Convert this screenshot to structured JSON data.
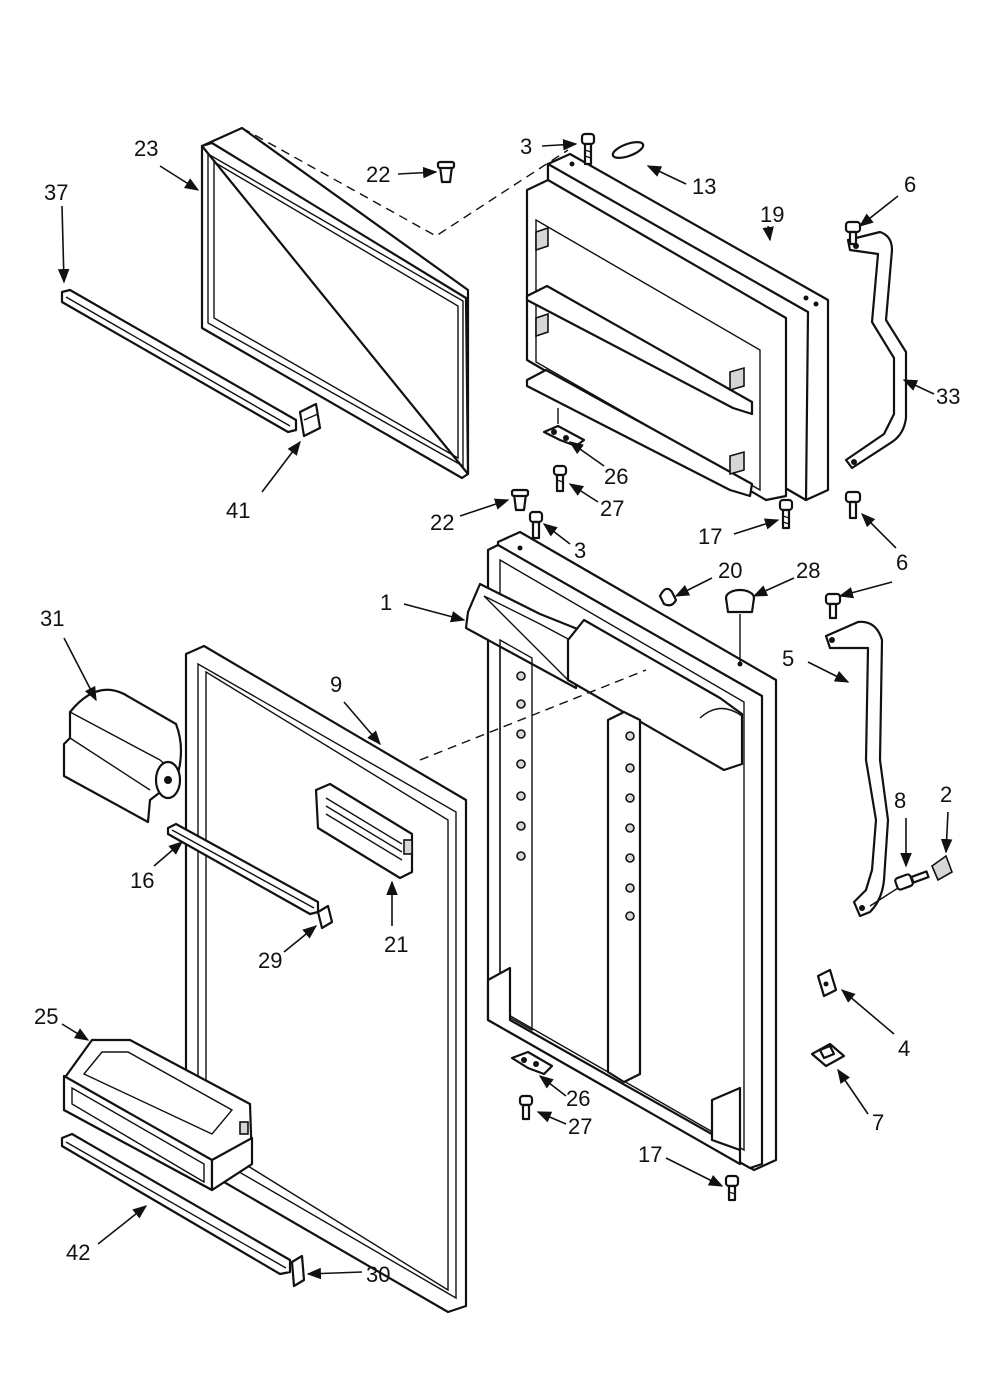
{
  "callouts": [
    {
      "id": "37",
      "text": "37"
    },
    {
      "id": "23",
      "text": "23"
    },
    {
      "id": "22a",
      "text": "22"
    },
    {
      "id": "3a",
      "text": "3"
    },
    {
      "id": "13",
      "text": "13"
    },
    {
      "id": "19",
      "text": "19"
    },
    {
      "id": "6a",
      "text": "6"
    },
    {
      "id": "33",
      "text": "33"
    },
    {
      "id": "41",
      "text": "41"
    },
    {
      "id": "26a",
      "text": "26"
    },
    {
      "id": "27a",
      "text": "27"
    },
    {
      "id": "22b",
      "text": "22"
    },
    {
      "id": "3b",
      "text": "3"
    },
    {
      "id": "17a",
      "text": "17"
    },
    {
      "id": "6b",
      "text": "6"
    },
    {
      "id": "20",
      "text": "20"
    },
    {
      "id": "28",
      "text": "28"
    },
    {
      "id": "1",
      "text": "1"
    },
    {
      "id": "31",
      "text": "31"
    },
    {
      "id": "9",
      "text": "9"
    },
    {
      "id": "5",
      "text": "5"
    },
    {
      "id": "8",
      "text": "8"
    },
    {
      "id": "2",
      "text": "2"
    },
    {
      "id": "16",
      "text": "16"
    },
    {
      "id": "21",
      "text": "21"
    },
    {
      "id": "29",
      "text": "29"
    },
    {
      "id": "4",
      "text": "4"
    },
    {
      "id": "25",
      "text": "25"
    },
    {
      "id": "26b",
      "text": "26"
    },
    {
      "id": "27b",
      "text": "27"
    },
    {
      "id": "7",
      "text": "7"
    },
    {
      "id": "17b",
      "text": "17"
    },
    {
      "id": "42",
      "text": "42"
    },
    {
      "id": "30",
      "text": "30"
    }
  ]
}
